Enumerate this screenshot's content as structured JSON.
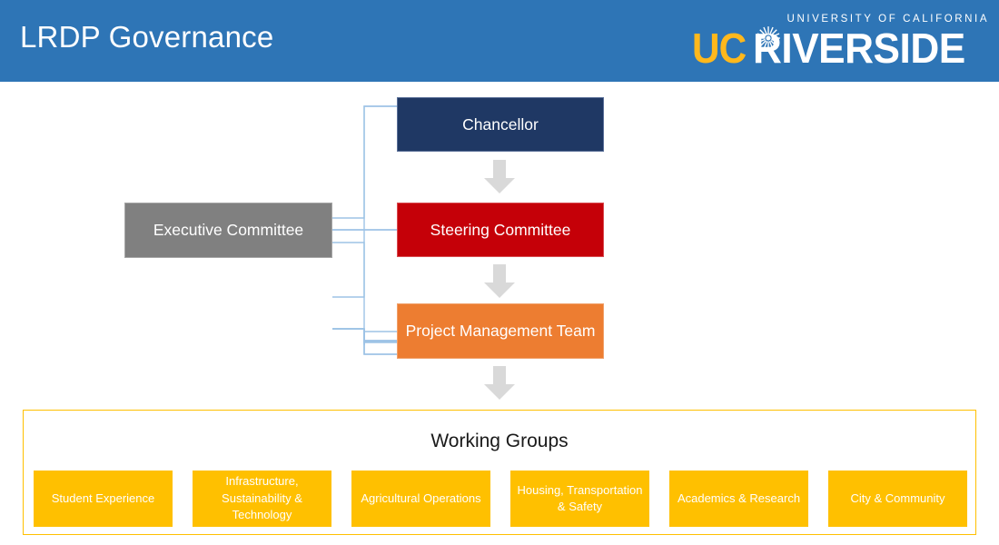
{
  "header": {
    "title": "LRDP Governance",
    "background_color": "#2E75B6",
    "logo": {
      "uc_text": "UC",
      "riverside_text": "RIVERSIDE",
      "university_line": "UNIVERSITY OF CALIFORNIA",
      "uc_color": "#FFB81C",
      "riverside_color": "#FFFFFF",
      "emblem": "sunburst-icon"
    }
  },
  "org_chart": {
    "nodes": [
      {
        "id": "chancellor",
        "label": "Chancellor",
        "color": "#1F3864"
      },
      {
        "id": "steering",
        "label": "Steering Committee",
        "color": "#C50008"
      },
      {
        "id": "pmt",
        "label": "Project Management Team",
        "color": "#ED7D31"
      },
      {
        "id": "exec",
        "label": "Executive Committee",
        "color": "#808080"
      }
    ],
    "connector_color": "#9DC3E6",
    "arrow_color": "#D9D9D9",
    "arrows": [
      {
        "from": "chancellor",
        "to": "steering"
      },
      {
        "from": "steering",
        "to": "pmt"
      },
      {
        "from": "pmt",
        "to": "working-groups"
      }
    ],
    "connectors": [
      {
        "from": "exec",
        "to": "chancellor"
      },
      {
        "from": "exec",
        "to": "steering"
      },
      {
        "from": "exec",
        "to": "pmt"
      }
    ]
  },
  "working_groups": {
    "title": "Working Groups",
    "border_color": "#FFC000",
    "box_color": "#FFC000",
    "items": [
      {
        "label": "Student Experience"
      },
      {
        "label": "Infrastructure, Sustainability & Technology"
      },
      {
        "label": "Agricultural Operations"
      },
      {
        "label": "Housing, Transportation & Safety"
      },
      {
        "label": "Academics & Research"
      },
      {
        "label": "City & Community"
      }
    ]
  }
}
